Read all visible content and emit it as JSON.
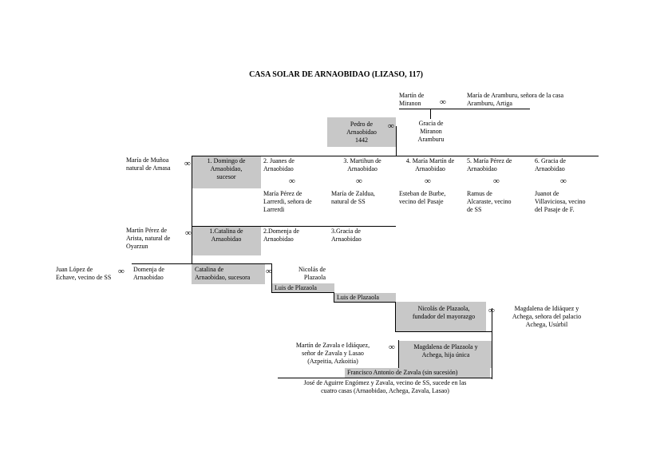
{
  "title": "CASA SOLAR DE ARNAOBIDAO (LIZASO, 117)",
  "marriage_symbol": "∞",
  "box_color": "#c8c8c8",
  "top": {
    "martin_miranon": [
      "Martín de",
      "Miranon"
    ],
    "maria_aramburu": [
      "María de Aramburu, señora de la casa",
      "Aramburu, Artiga"
    ],
    "pedro": [
      "Pedro de",
      "Arnaobidao",
      "1442"
    ],
    "gracia_miranon": [
      "Gracia de",
      "Miranon",
      "Aramburu"
    ]
  },
  "gen1": {
    "spouse_left": [
      "María de Muñoa",
      "natural de Amasa"
    ],
    "children": [
      {
        "name": [
          "1. Domingo de",
          "Arnaobidao,",
          "sucesor"
        ],
        "spouse": []
      },
      {
        "name": [
          "2. Juanes de",
          "Arnaobidao"
        ],
        "spouse": [
          "María Pérez de",
          "Larrerdi, señora de",
          "Larrerdi"
        ]
      },
      {
        "name": [
          "3. Martihun de",
          "Arnaobidao"
        ],
        "spouse": [
          "María de Zaldua,",
          "natural de SS"
        ]
      },
      {
        "name": [
          "4. María Martín de",
          "Arnaobidao"
        ],
        "spouse": [
          "Esteban de Burbe,",
          "vecino del Pasaje"
        ]
      },
      {
        "name": [
          "5. María Pérez de",
          "Arnaobidao"
        ],
        "spouse": [
          "Ramus de",
          "Alcaraste, vecino",
          "de SS"
        ]
      },
      {
        "name": [
          "6. Gracia de",
          "Arnaobidao"
        ],
        "spouse": [
          "Juanot de",
          "Villaviciosa, vecino",
          "del Pasaje de F."
        ]
      }
    ]
  },
  "gen2": {
    "spouse_left": [
      "Martín Pérez de",
      "Arista, natural de",
      "Oyarzun"
    ],
    "children": [
      [
        "1.Catalina de",
        "Arnaobidao"
      ],
      [
        "2.Domenja de",
        "Arnaobidao"
      ],
      [
        "3.Gracia de",
        "Arnaobidao"
      ]
    ]
  },
  "gen3": {
    "juan_lopez": [
      "Juan López de",
      "Echave, vecino de SS"
    ],
    "domenja": [
      "Domenja de",
      "Arnaobidao"
    ],
    "catalina": [
      "Catalina de",
      "Arnaobidao, sucesora"
    ],
    "nicolas": [
      "Nicolás de",
      "Plazaola"
    ]
  },
  "gen4": {
    "luis1": "Luis de Plazaola",
    "luis2": "Luis de Plazaola"
  },
  "gen5": {
    "nicolas_fundador": [
      "Nicolás de Plazaola,",
      "fundador del mayorazgo"
    ],
    "magdalena_idiaquez": [
      "Magdalena de Idiáquez y",
      "Achega, señora del palacio",
      "Achega, Usúrbil"
    ]
  },
  "gen6": {
    "martin_zavala": [
      "Martín de Zavala e Idiáquez,",
      "señor de Zavala y Lasao",
      "(Azpeitia, Azkoitia)"
    ],
    "magdalena_plazaola": [
      "Magdalena de Plazaola y",
      "Achega, hija única"
    ],
    "francisco": "Francisco Antonio de Zavala (sin sucesión)",
    "jose": [
      "José de Aguirre Engómez y Zavala, vecino de SS, sucede en las",
      "cuatro casas (Arnaobidao, Achega, Zavala, Lasao)"
    ]
  }
}
